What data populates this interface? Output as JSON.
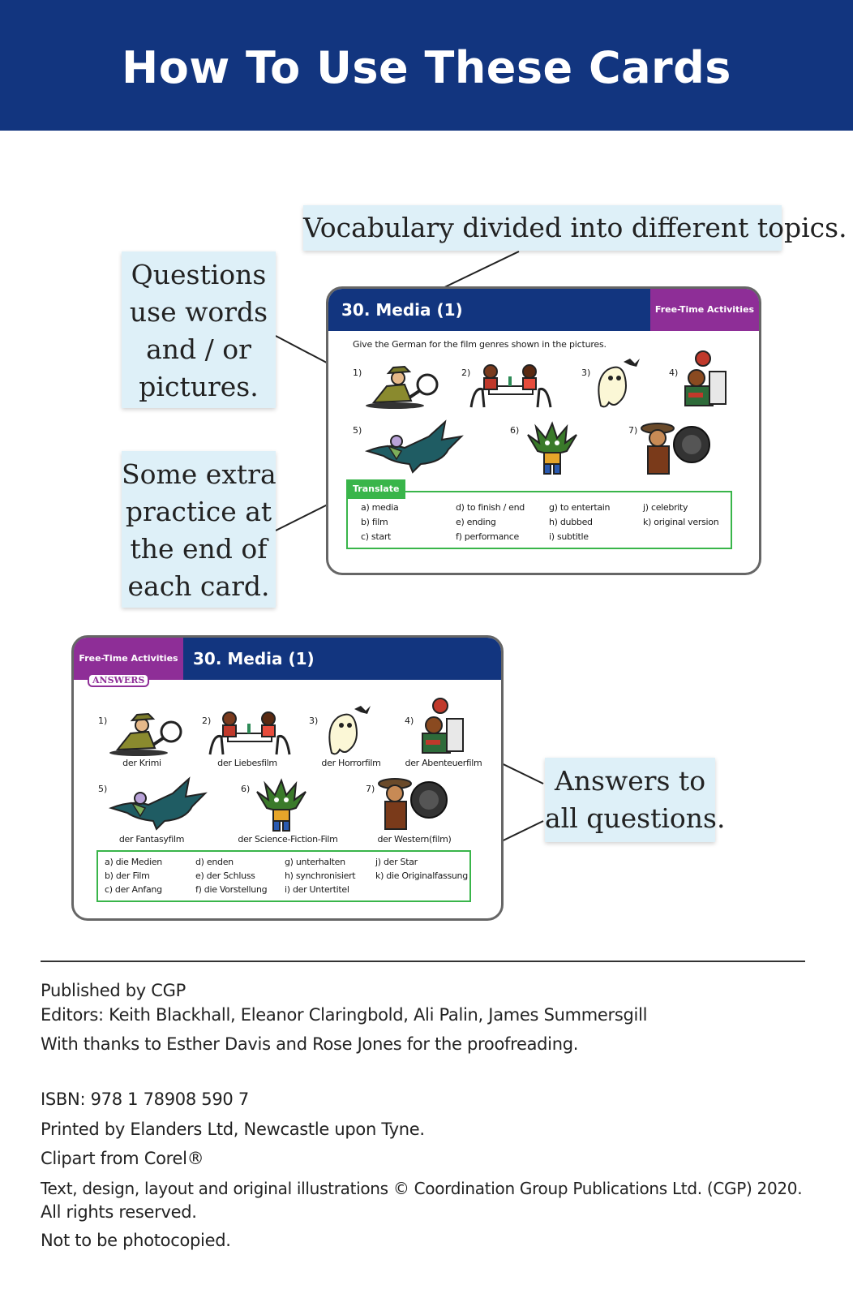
{
  "header": {
    "title": "How To Use These Cards"
  },
  "callouts": {
    "vocab": [
      "Vocabulary divided into different topics."
    ],
    "questions": [
      "Questions",
      "use words",
      "and / or",
      "pictures."
    ],
    "practice": [
      "Some extra",
      "practice at",
      "the end of",
      "each card."
    ],
    "answers": [
      "Answers to",
      "all questions."
    ]
  },
  "question_card": {
    "title": "30. Media (1)",
    "tag": "Free-Time Activities",
    "instruction": "Give the German for the film genres shown in the pictures.",
    "numbers": [
      "1)",
      "2)",
      "3)",
      "4)",
      "5)",
      "6)",
      "7)"
    ],
    "translate_label": "Translate",
    "translate_items": [
      "a)  media",
      "b)  film",
      "c)  start",
      "d)  to finish / end",
      "e)  ending",
      "f)  performance",
      "g)  to entertain",
      "h)  dubbed",
      "i)  subtitle",
      "j)  celebrity",
      "k)  original version"
    ]
  },
  "answer_card": {
    "title": "30. Media (1)",
    "tag": "Free-Time Activities",
    "badge": "ANSWERS",
    "numbers": [
      "1)",
      "2)",
      "3)",
      "4)",
      "5)",
      "6)",
      "7)"
    ],
    "captions": [
      "der Krimi",
      "der Liebesfilm",
      "der Horrorfilm",
      "der Abenteuerfilm",
      "der Fantasyfilm",
      "der Science-Fiction-Film",
      "der Western(film)"
    ],
    "translate_items": [
      "a)  die Medien",
      "b)  der Film",
      "c)  der Anfang",
      "d)  enden",
      "e)  der Schluss",
      "f)  die Vorstellung",
      "g)  unterhalten",
      "h)  synchronisiert",
      "i)  der Untertitel",
      "j)  der Star",
      "k)  die Originalfassung"
    ]
  },
  "footer": {
    "published": "Published by CGP",
    "editors": "Editors: Keith Blackhall, Eleanor Claringbold, Ali Palin, James Summersgill",
    "thanks": "With thanks to Esther Davis and Rose Jones for the proofreading.",
    "isbn": "ISBN:  978 1 78908 590 7",
    "printed": "Printed by Elanders Ltd, Newcastle upon Tyne.",
    "clipart": "Clipart from Corel®",
    "copyright": "Text, design, layout and original illustrations © Coordination Group Publications Ltd. (CGP) 2020.",
    "rights": "All rights reserved.",
    "notcopy": "Not to be photocopied."
  },
  "colors": {
    "navy": "#12357f",
    "purple": "#8e2e97",
    "green": "#39b54a",
    "callout": "#def0f8"
  },
  "icons": [
    "detective-icon",
    "couple-dinner-icon",
    "ghost-icon",
    "adventurers-icon",
    "dragon-icon",
    "alien-icon",
    "cowboy-icon"
  ]
}
